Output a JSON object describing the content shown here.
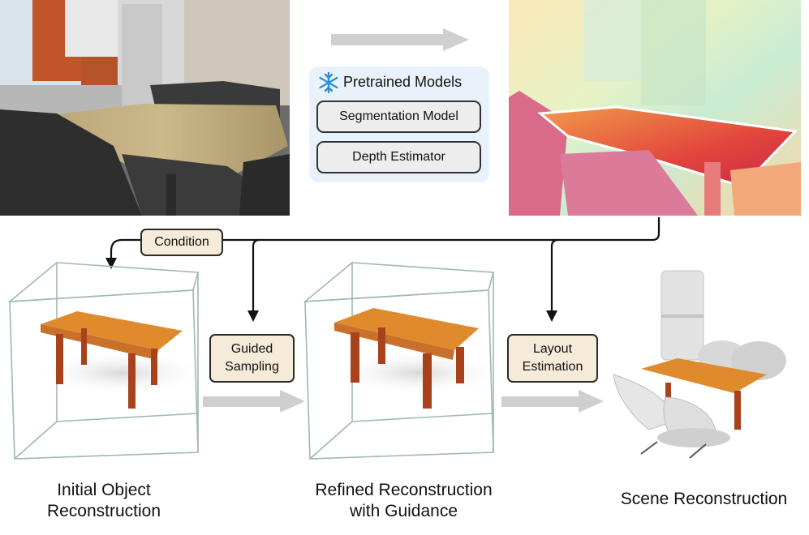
{
  "pretrained_panel": {
    "title": "Pretrained Models",
    "icon": "snowflake-icon",
    "models": [
      "Segmentation Model",
      "Depth Estimator"
    ]
  },
  "tags": {
    "condition": "Condition",
    "guided_sampling": "Guided\nSampling",
    "layout_estimation": "Layout\nEstimation"
  },
  "captions": {
    "initial": "Initial Object\nReconstruction",
    "refined": "Refined Reconstruction\nwith Guidance",
    "scene": "Scene Reconstruction"
  },
  "colors": {
    "tag_fill": "#f6ead9",
    "panel_fill": "#e9f2fa",
    "snowflake": "#2f8fd6",
    "table_orange": "#e08a2e",
    "table_legs": "#a8421c",
    "arrow_gray": "#cfcfcf"
  }
}
